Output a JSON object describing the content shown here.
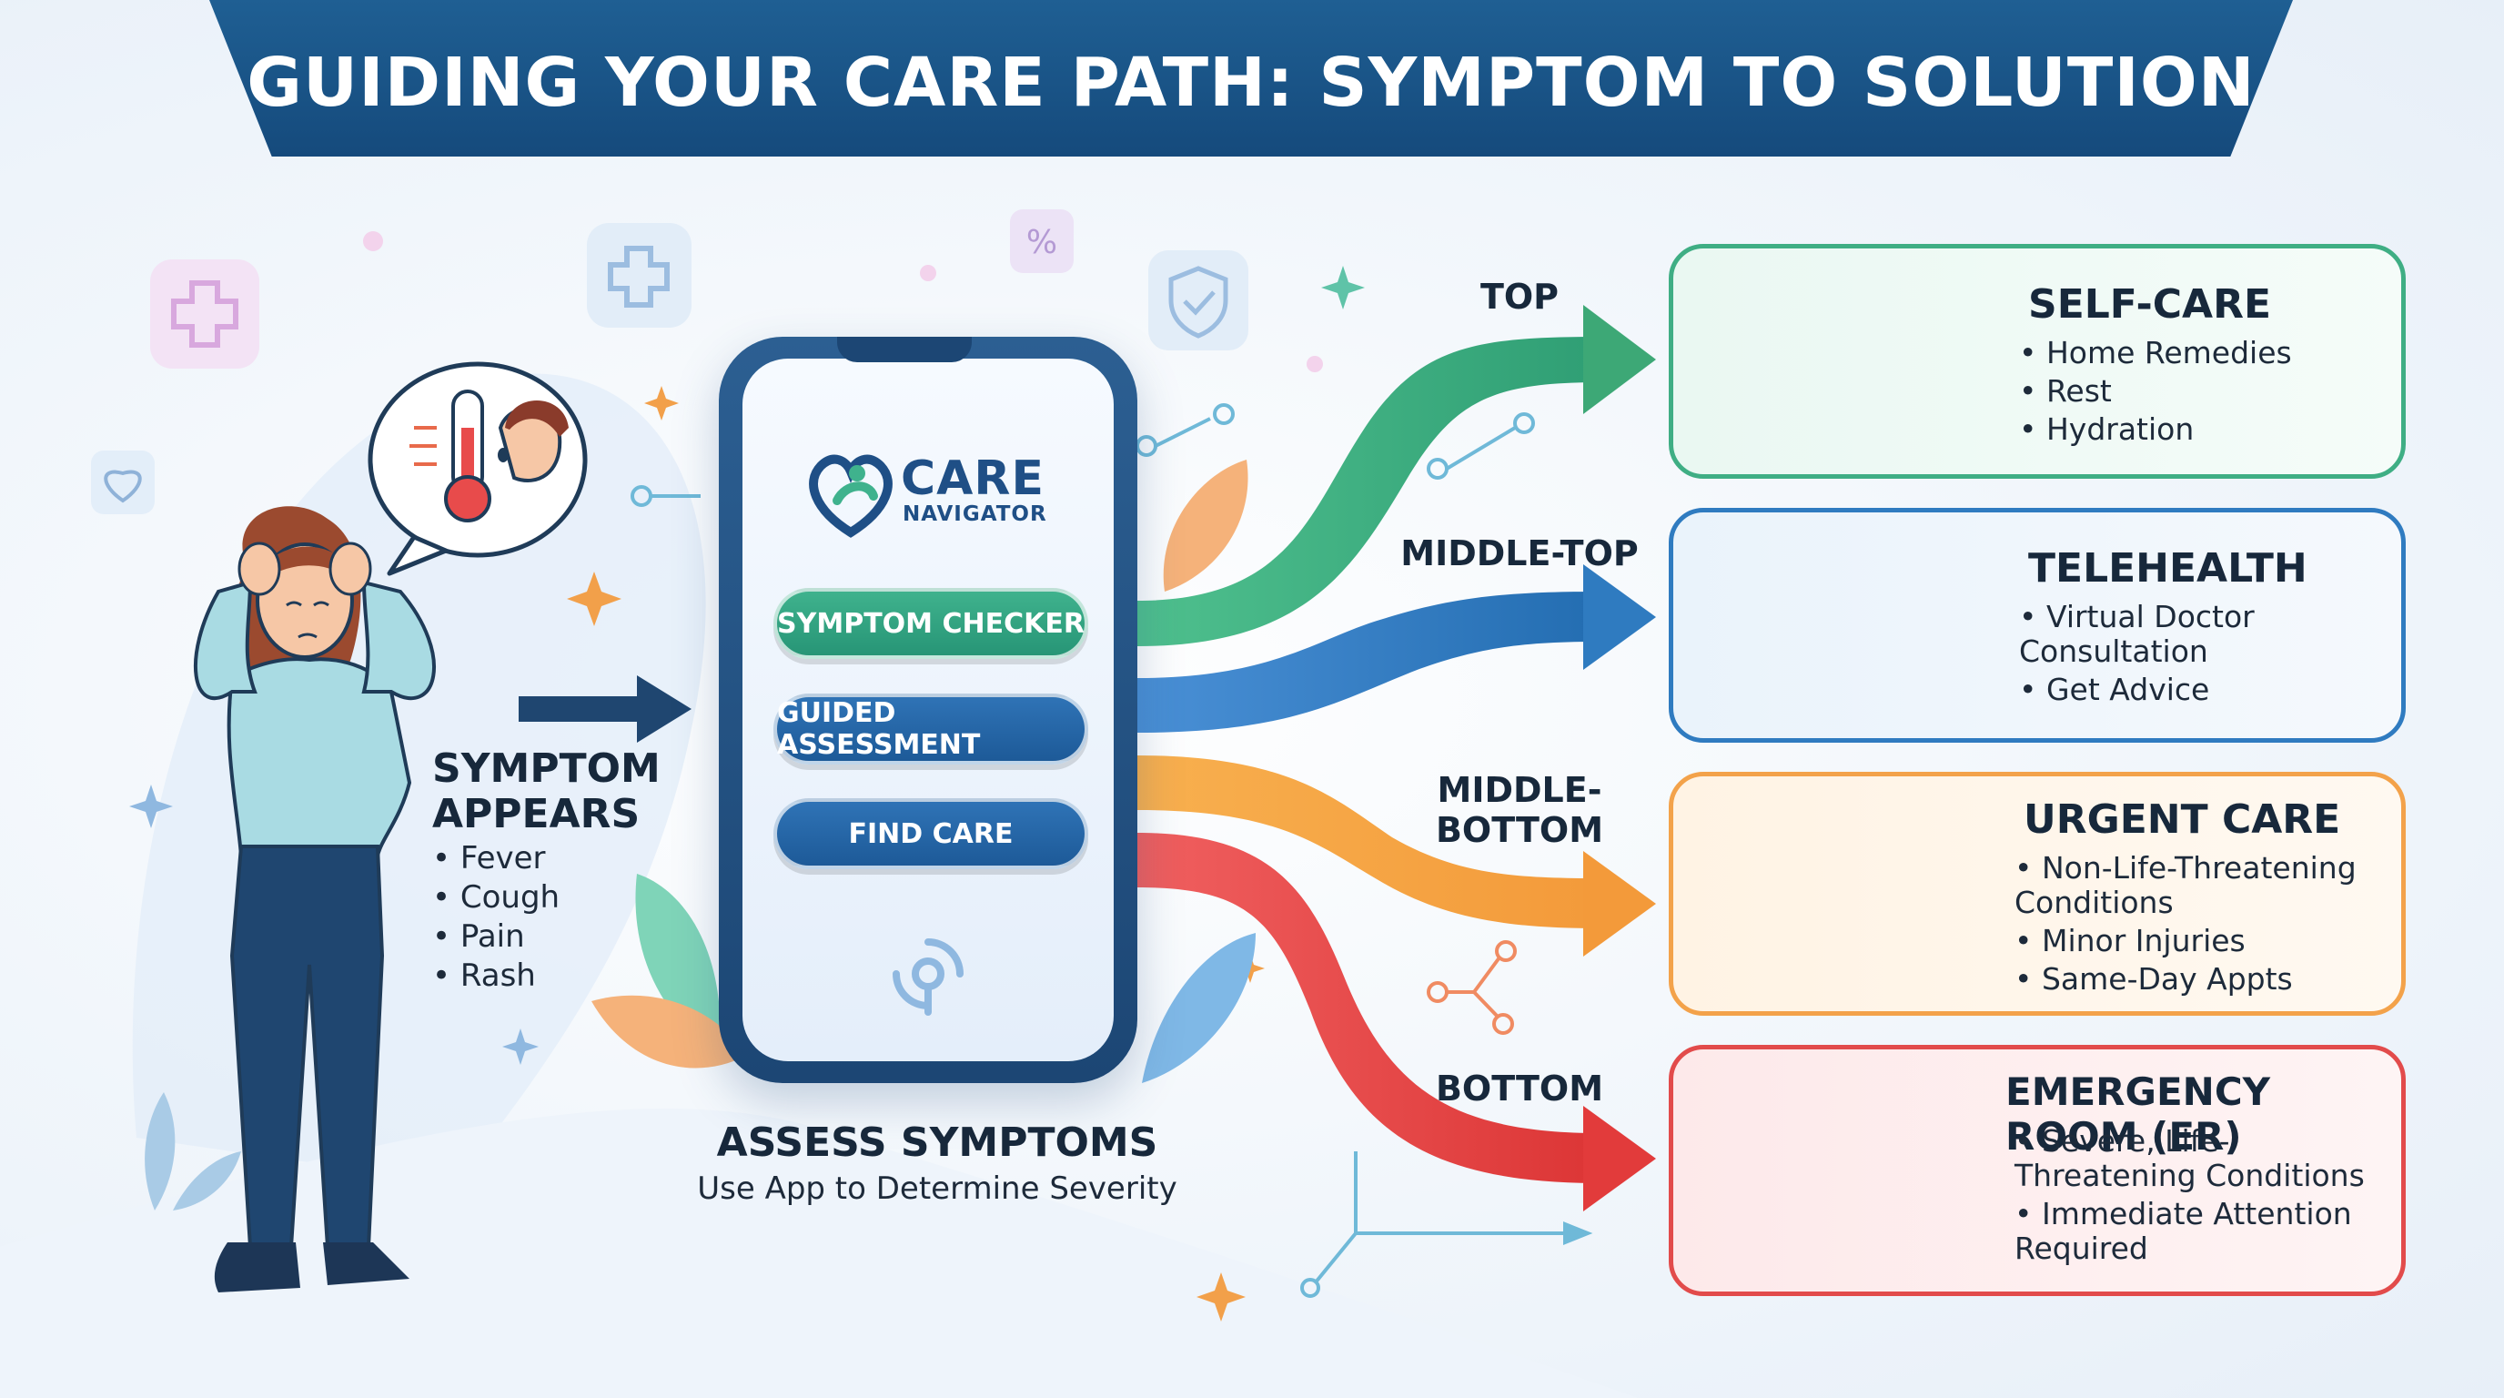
{
  "title": "GUIDING YOUR CARE PATH: SYMPTOM TO SOLUTION",
  "symptom": {
    "heading_line1": "SYMPTOM",
    "heading_line2": "APPEARS",
    "items": [
      "Fever",
      "Cough",
      "Pain",
      "Rash"
    ]
  },
  "app": {
    "logo_word": "CARE",
    "logo_sub": "NAVIGATOR",
    "buttons": [
      "SYMPTOM CHECKER",
      "GUIDED ASSESSMENT",
      "FIND CARE"
    ]
  },
  "assess": {
    "heading": "ASSESS SYMPTOMS",
    "subtitle": "Use App to Determine Severity"
  },
  "routes": {
    "top": "TOP",
    "middle_top": "MIDDLE-TOP",
    "middle_bottom_line1": "MIDDLE-",
    "middle_bottom_line2": "BOTTOM",
    "bottom": "BOTTOM"
  },
  "cards": [
    {
      "title": "SELF-CARE",
      "items": [
        "Home Remedies",
        "Rest",
        "Hydration"
      ]
    },
    {
      "title": "TELEHEALTH",
      "items": [
        "Virtual Doctor Consultation",
        "Get Advice"
      ]
    },
    {
      "title": "URGENT CARE",
      "items": [
        "Non-Life-Threatening Conditions",
        "Minor Injuries",
        "Same-Day Appts"
      ]
    },
    {
      "title": "EMERGENCY ROOM (ER)",
      "items": [
        "Severe, Life-Threatening Conditions",
        "Immediate Attention Required"
      ]
    }
  ],
  "colors": {
    "banner": "#1a5688",
    "self_care": "#3fae84",
    "telehealth": "#2f7bc0",
    "urgent_care": "#f3a24a",
    "emergency": "#e24b4b"
  }
}
